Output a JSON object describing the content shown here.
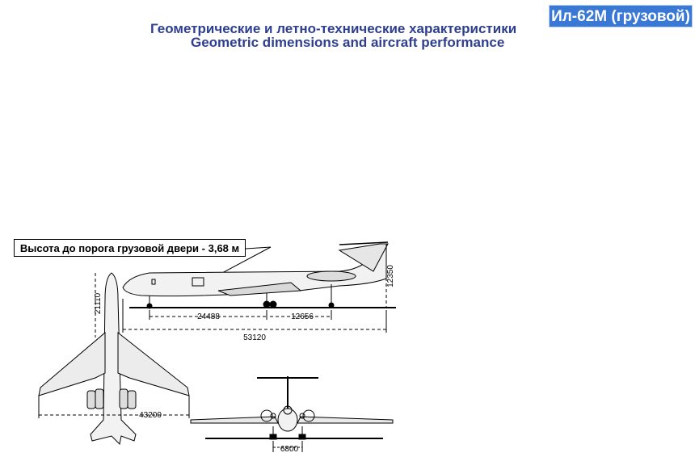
{
  "header": {
    "badge": "Ил-62М (грузовой)",
    "title_ru": "Геометрические и летно-технические характеристики",
    "title_en": "Geometric dimensions and aircraft performance"
  },
  "callout": {
    "text": "Высота до порога грузовой двери - 3,68 м"
  },
  "dimensions": {
    "height": "12350",
    "nose_to_main_gear": "24488",
    "main_gear_to_tail": "12656",
    "overall_length": "53120",
    "nose_section": "21110",
    "wingspan": "43200",
    "track": "6800"
  },
  "colors": {
    "badge": "#3a78d6",
    "title": "#2f3f8f"
  }
}
